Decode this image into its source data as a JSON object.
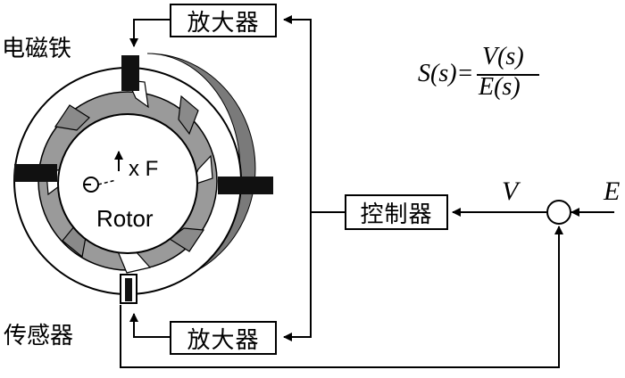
{
  "labels": {
    "electromagnet": "电磁铁",
    "sensor": "传感器",
    "rotor": "Rotor",
    "xf": "x F"
  },
  "blocks": {
    "amplifier_top": "放大器",
    "amplifier_bottom": "放大器",
    "controller": "控制器"
  },
  "signals": {
    "v": "V",
    "e": "E"
  },
  "formula": {
    "lhs": "S(s)=",
    "numerator": "V(s)",
    "denominator": "E(s)"
  }
}
